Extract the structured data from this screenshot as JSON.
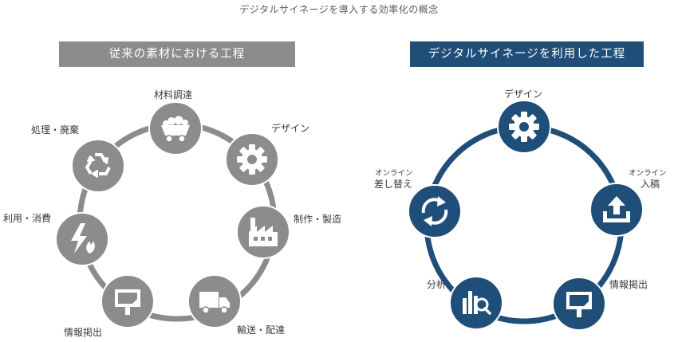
{
  "title": "デジタルサイネージを導入する効率化の概念",
  "left": {
    "header": "従来の素材における工程",
    "color": "#8c8c8c",
    "ring_color": "#8c8c8c",
    "steps": [
      {
        "label": "材料調達",
        "icon": "mine-cart-icon"
      },
      {
        "label": "デザイン",
        "icon": "gear-icon"
      },
      {
        "label": "制作・製造",
        "icon": "factory-icon"
      },
      {
        "label": "輸送・配達",
        "icon": "delivery-truck-icon"
      },
      {
        "label": "情報掲出",
        "icon": "display-board-icon"
      },
      {
        "label": "利用・消費",
        "icon": "fire-lightning-icon"
      },
      {
        "label": "処理・廃棄",
        "icon": "recycle-icon"
      }
    ]
  },
  "right": {
    "header": "デジタルサイネージを利用した工程",
    "color": "#1f4e79",
    "ring_color": "#1f4e79",
    "steps": [
      {
        "label": "デザイン",
        "icon": "gear-icon"
      },
      {
        "label_small": "オンライン",
        "label": "入稿",
        "icon": "upload-icon"
      },
      {
        "label": "情報掲出",
        "icon": "display-board-icon"
      },
      {
        "label": "分析",
        "icon": "analytics-chart-icon"
      },
      {
        "label_small": "オンライン",
        "label": "差し替え",
        "icon": "refresh-arrows-icon"
      }
    ]
  }
}
